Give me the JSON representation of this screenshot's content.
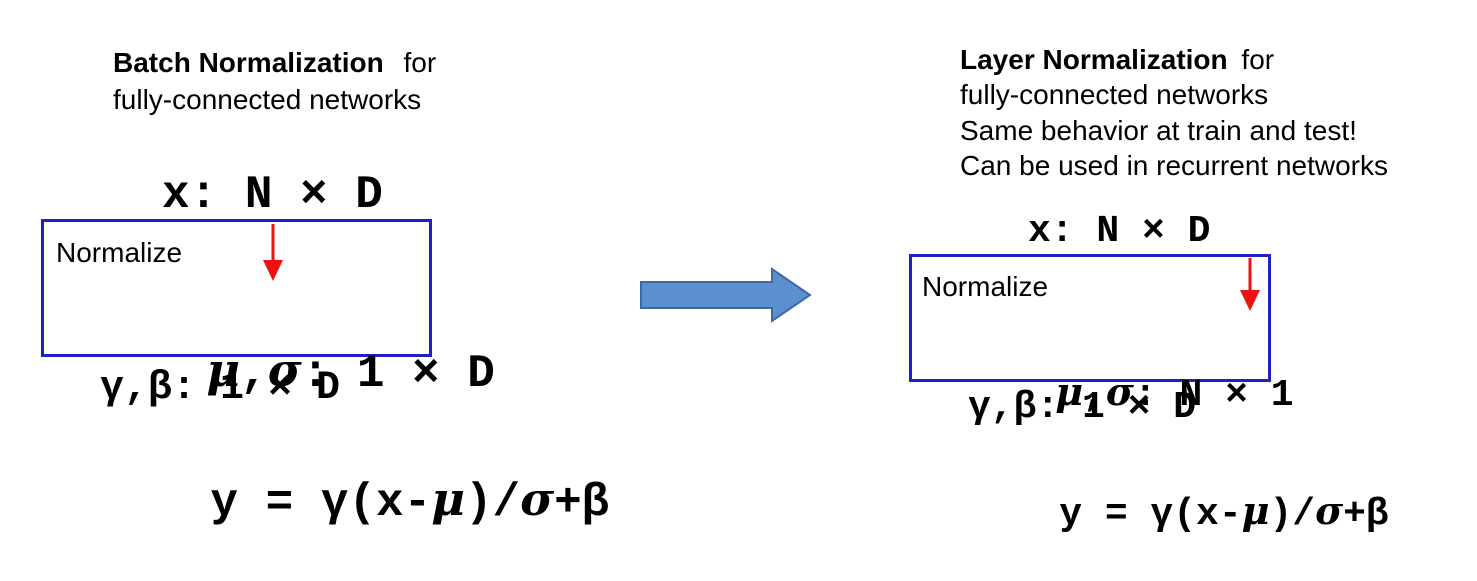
{
  "left": {
    "title_bold": "Batch Normalization",
    "title_rest": "for",
    "subtitle": "fully-connected networks",
    "input_shape": "x: N × D",
    "box_label": "Normalize",
    "stats_prefix": ",",
    "stats_shape": ": 1 × D",
    "params": "γ,β: 1 × D",
    "formula_a": "y = γ(x-",
    "formula_b": ")/",
    "formula_c": "+β"
  },
  "right": {
    "title_bold": "Layer Normalization",
    "title_rest": "for",
    "line2": "fully-connected networks",
    "line3": "Same behavior at train and test!",
    "line4": "Can be used in recurrent networks",
    "input_shape": "x: N × D",
    "box_label": "Normalize",
    "stats_prefix": ",",
    "stats_shape": ": N × 1",
    "params": "γ,β: 1 × D",
    "formula_a": "y = γ(x-",
    "formula_b": ")/",
    "formula_c": "+β"
  },
  "symbols": {
    "mu": "μ",
    "sigma": "σ"
  },
  "colors": {
    "box_border": "#1f1fc8",
    "reduce_arrow": "#ee1111",
    "transition_arrow_fill": "#5b8fd0",
    "transition_arrow_stroke": "#3b6aa5"
  },
  "icons": {
    "reduce_arrow": "down-arrow-icon",
    "transition_arrow": "right-arrow-icon"
  }
}
